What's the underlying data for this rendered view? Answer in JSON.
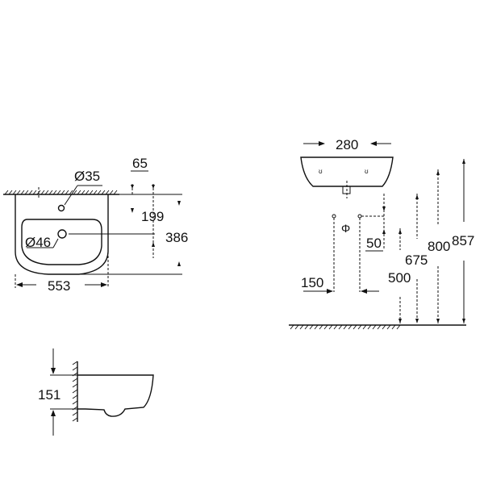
{
  "drawing": {
    "top_view": {
      "tap_hole_label": "Ø35",
      "overflow_label": "Ø46",
      "width_label": "553",
      "tap_offset_label": "65",
      "tap_depth_label": "199",
      "depth_label": "386"
    },
    "side_view": {
      "height_label": "151"
    },
    "front_view": {
      "mount_width_label": "280",
      "drain_spacing_label": "150",
      "drain_offset_label": "50",
      "drain_height_label": "500",
      "fixing_height_label": "675",
      "rim_height_label": "800",
      "top_height_label": "857"
    }
  }
}
